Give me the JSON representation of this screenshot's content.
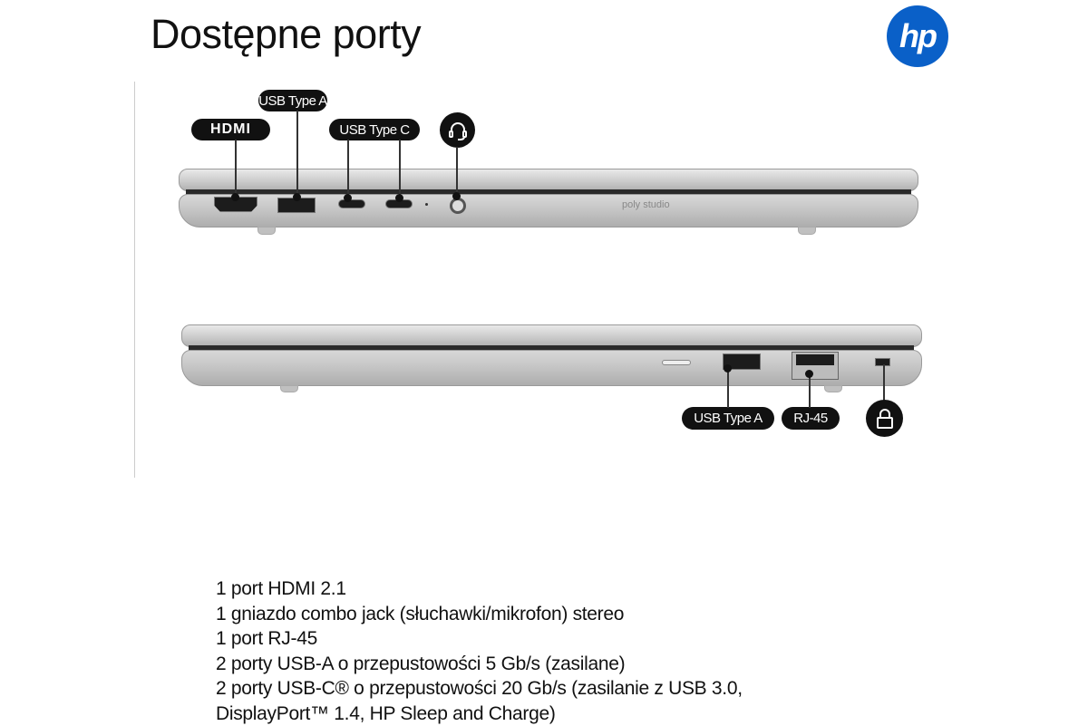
{
  "title": "Dostępne porty",
  "brand": "hp",
  "laptop_text": "poly studio",
  "labels": {
    "hdmi": "HDMI",
    "usb_a_left": "USB Type A",
    "usb_c": "USB Type C",
    "usb_a_right": "USB Type A",
    "rj45": "RJ-45"
  },
  "icons": [
    "headset-icon",
    "lock-icon"
  ],
  "specs": [
    "1 port HDMI 2.1",
    "1 gniazdo combo jack (słuchawki/mikrofon) stereo",
    "1 port RJ-45",
    "2 porty USB-A o przepustowości 5 Gb/s (zasilane)",
    "2 porty USB-C® o przepustowości 20 Gb/s (zasilanie z USB 3.0,",
    "DisplayPort™ 1.4, HP Sleep and Charge)"
  ],
  "colors": {
    "hp_blue": "#0a60c8"
  }
}
